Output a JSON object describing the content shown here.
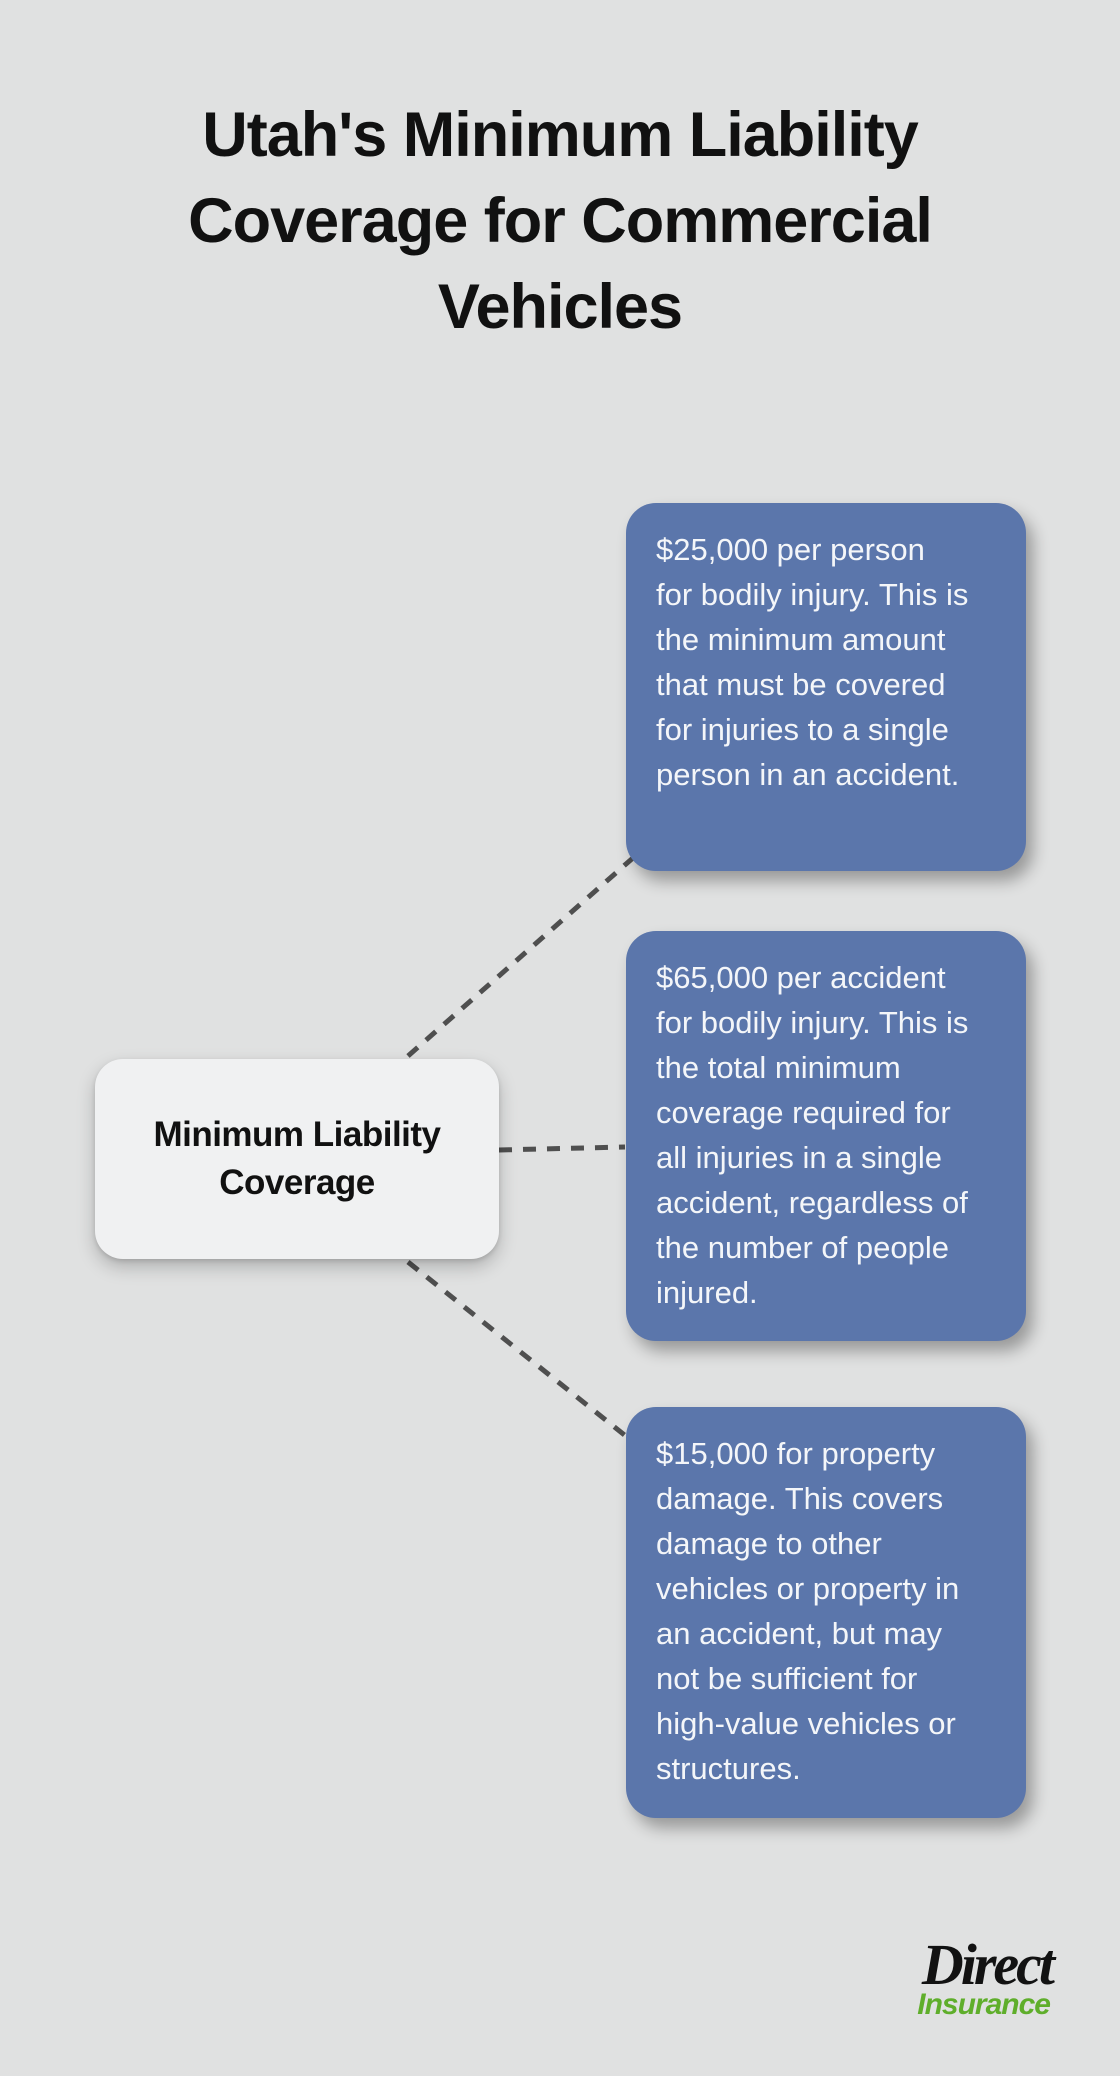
{
  "title": "Utah's Minimum Liability Coverage for Commercial Vehicles",
  "center_node": {
    "label": "Minimum Liability Coverage"
  },
  "cards": [
    {
      "text": "$25,000 per person for bodily injury. This is the minimum amount that must be covered for injuries to a single person in an accident."
    },
    {
      "text": "$65,000 per accident for bodily injury. This is the total minimum coverage required for all injuries in a single accident, regardless of the number of people injured."
    },
    {
      "text": "$15,000 for property damage. This covers damage to other vehicles or property in an accident, but may not be sufficient for high-value vehicles or structures."
    }
  ],
  "logo": {
    "name": "Direct",
    "tagline": "Insurance"
  },
  "colors": {
    "background": "#e0e1e1",
    "card": "#5b76ab",
    "card_text": "#f4f6f9",
    "node": "#f0f1f2",
    "text": "#111111",
    "connector": "#4f4f4f",
    "logo_green": "#5fae2b",
    "logo_black": "#121212"
  }
}
